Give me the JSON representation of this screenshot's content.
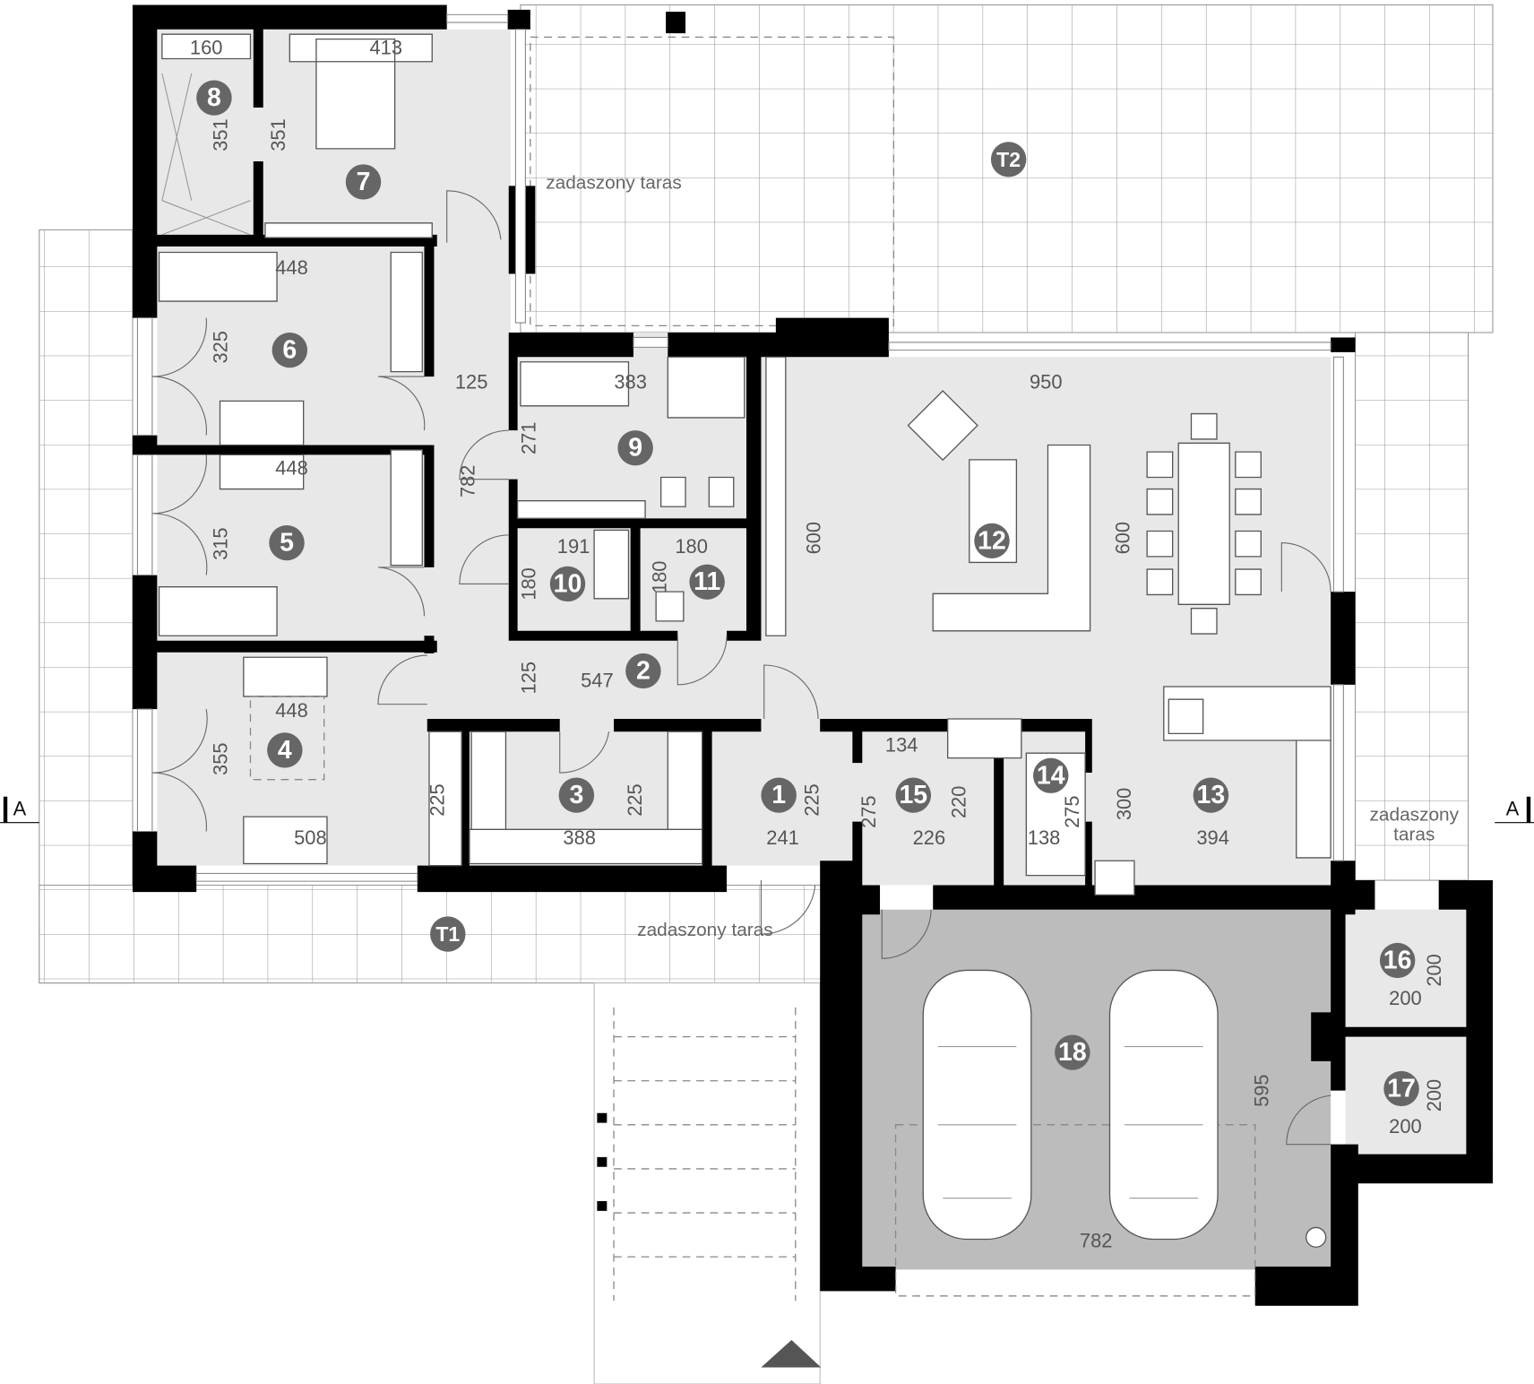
{
  "rooms": [
    "1",
    "2",
    "3",
    "4",
    "5",
    "6",
    "7",
    "8",
    "9",
    "10",
    "11",
    "12",
    "13",
    "14",
    "15",
    "16",
    "17",
    "18"
  ],
  "terraces": [
    "T1",
    "T2"
  ],
  "dims": {
    "r8_w": "160",
    "r7_w": "413",
    "r8_h": "351",
    "r7_h": "351",
    "r6_w": "448",
    "r6_h": "325",
    "hall_w": "125",
    "r9_w": "383",
    "r9_h": "271",
    "hall_h": "782",
    "r5_w": "448",
    "r5_h": "315",
    "r10_w": "191",
    "r11_w": "180",
    "r10_h": "180",
    "r11_h": "180",
    "r12_h": "600",
    "r12b_h": "600",
    "r12_w": "950",
    "r2_w": "547",
    "r2_h": "125",
    "r4_w": "448",
    "r4_h": "355",
    "r4_w2": "508",
    "r3a_h": "225",
    "r3_w": "388",
    "r3_h": "225",
    "r1_h": "225",
    "r1_w": "241",
    "r15a_w": "134",
    "r15_h": "275",
    "r15_w": "226",
    "r15b_h": "220",
    "r14_w": "138",
    "r14_h": "275",
    "r13_h": "300",
    "r13_w": "394",
    "r16_w": "200",
    "r16_h": "200",
    "r17_w": "200",
    "r17_h": "200",
    "r18_h": "595",
    "r18_w": "782"
  },
  "labels": {
    "covered_terrace_north": "zadaszony taras",
    "covered_terrace_south": "zadaszony taras",
    "covered_terrace_east_line1": "zadaszony",
    "covered_terrace_east_line2": "taras",
    "section_left": "A",
    "section_right": "A"
  }
}
